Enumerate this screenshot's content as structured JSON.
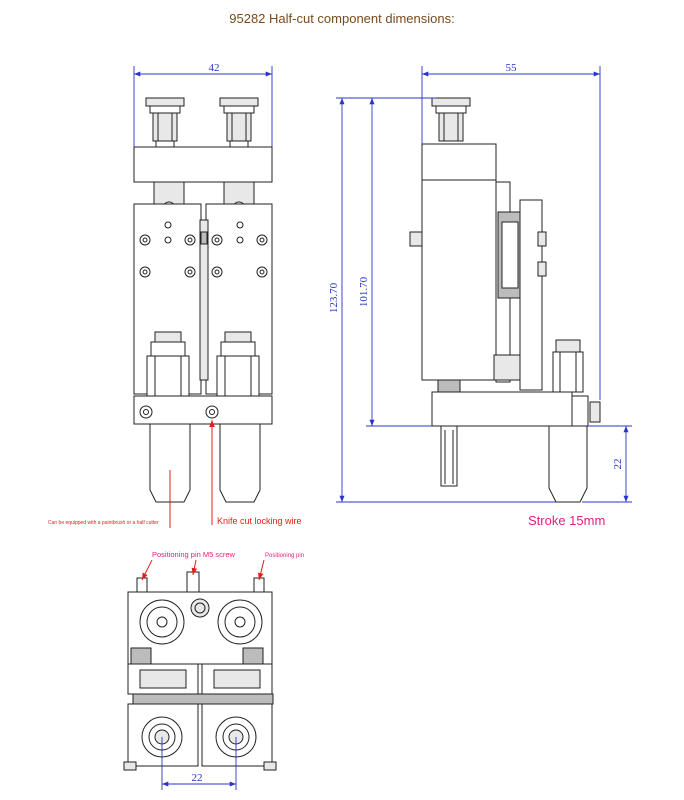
{
  "title": "95282 Half-cut component dimensions:",
  "dimensions": {
    "front_width": "42",
    "side_width": "55",
    "total_height": "123.70",
    "body_height": "101.70",
    "tip_length": "22",
    "bottom_spacing": "22"
  },
  "annotations": {
    "equip_note": "Can be equipped with a paintbrush or a half cutter",
    "knife_wire": "Knife cut locking wire",
    "stroke": "Stroke 15mm",
    "pin_screw": "Positioning pin M5 screw",
    "pin": "Positioning pin"
  },
  "colors": {
    "title": "#7a4a1c",
    "dimension": "#2b34c8",
    "callout_red": "#e0201c",
    "callout_pink": "#e0207a"
  }
}
